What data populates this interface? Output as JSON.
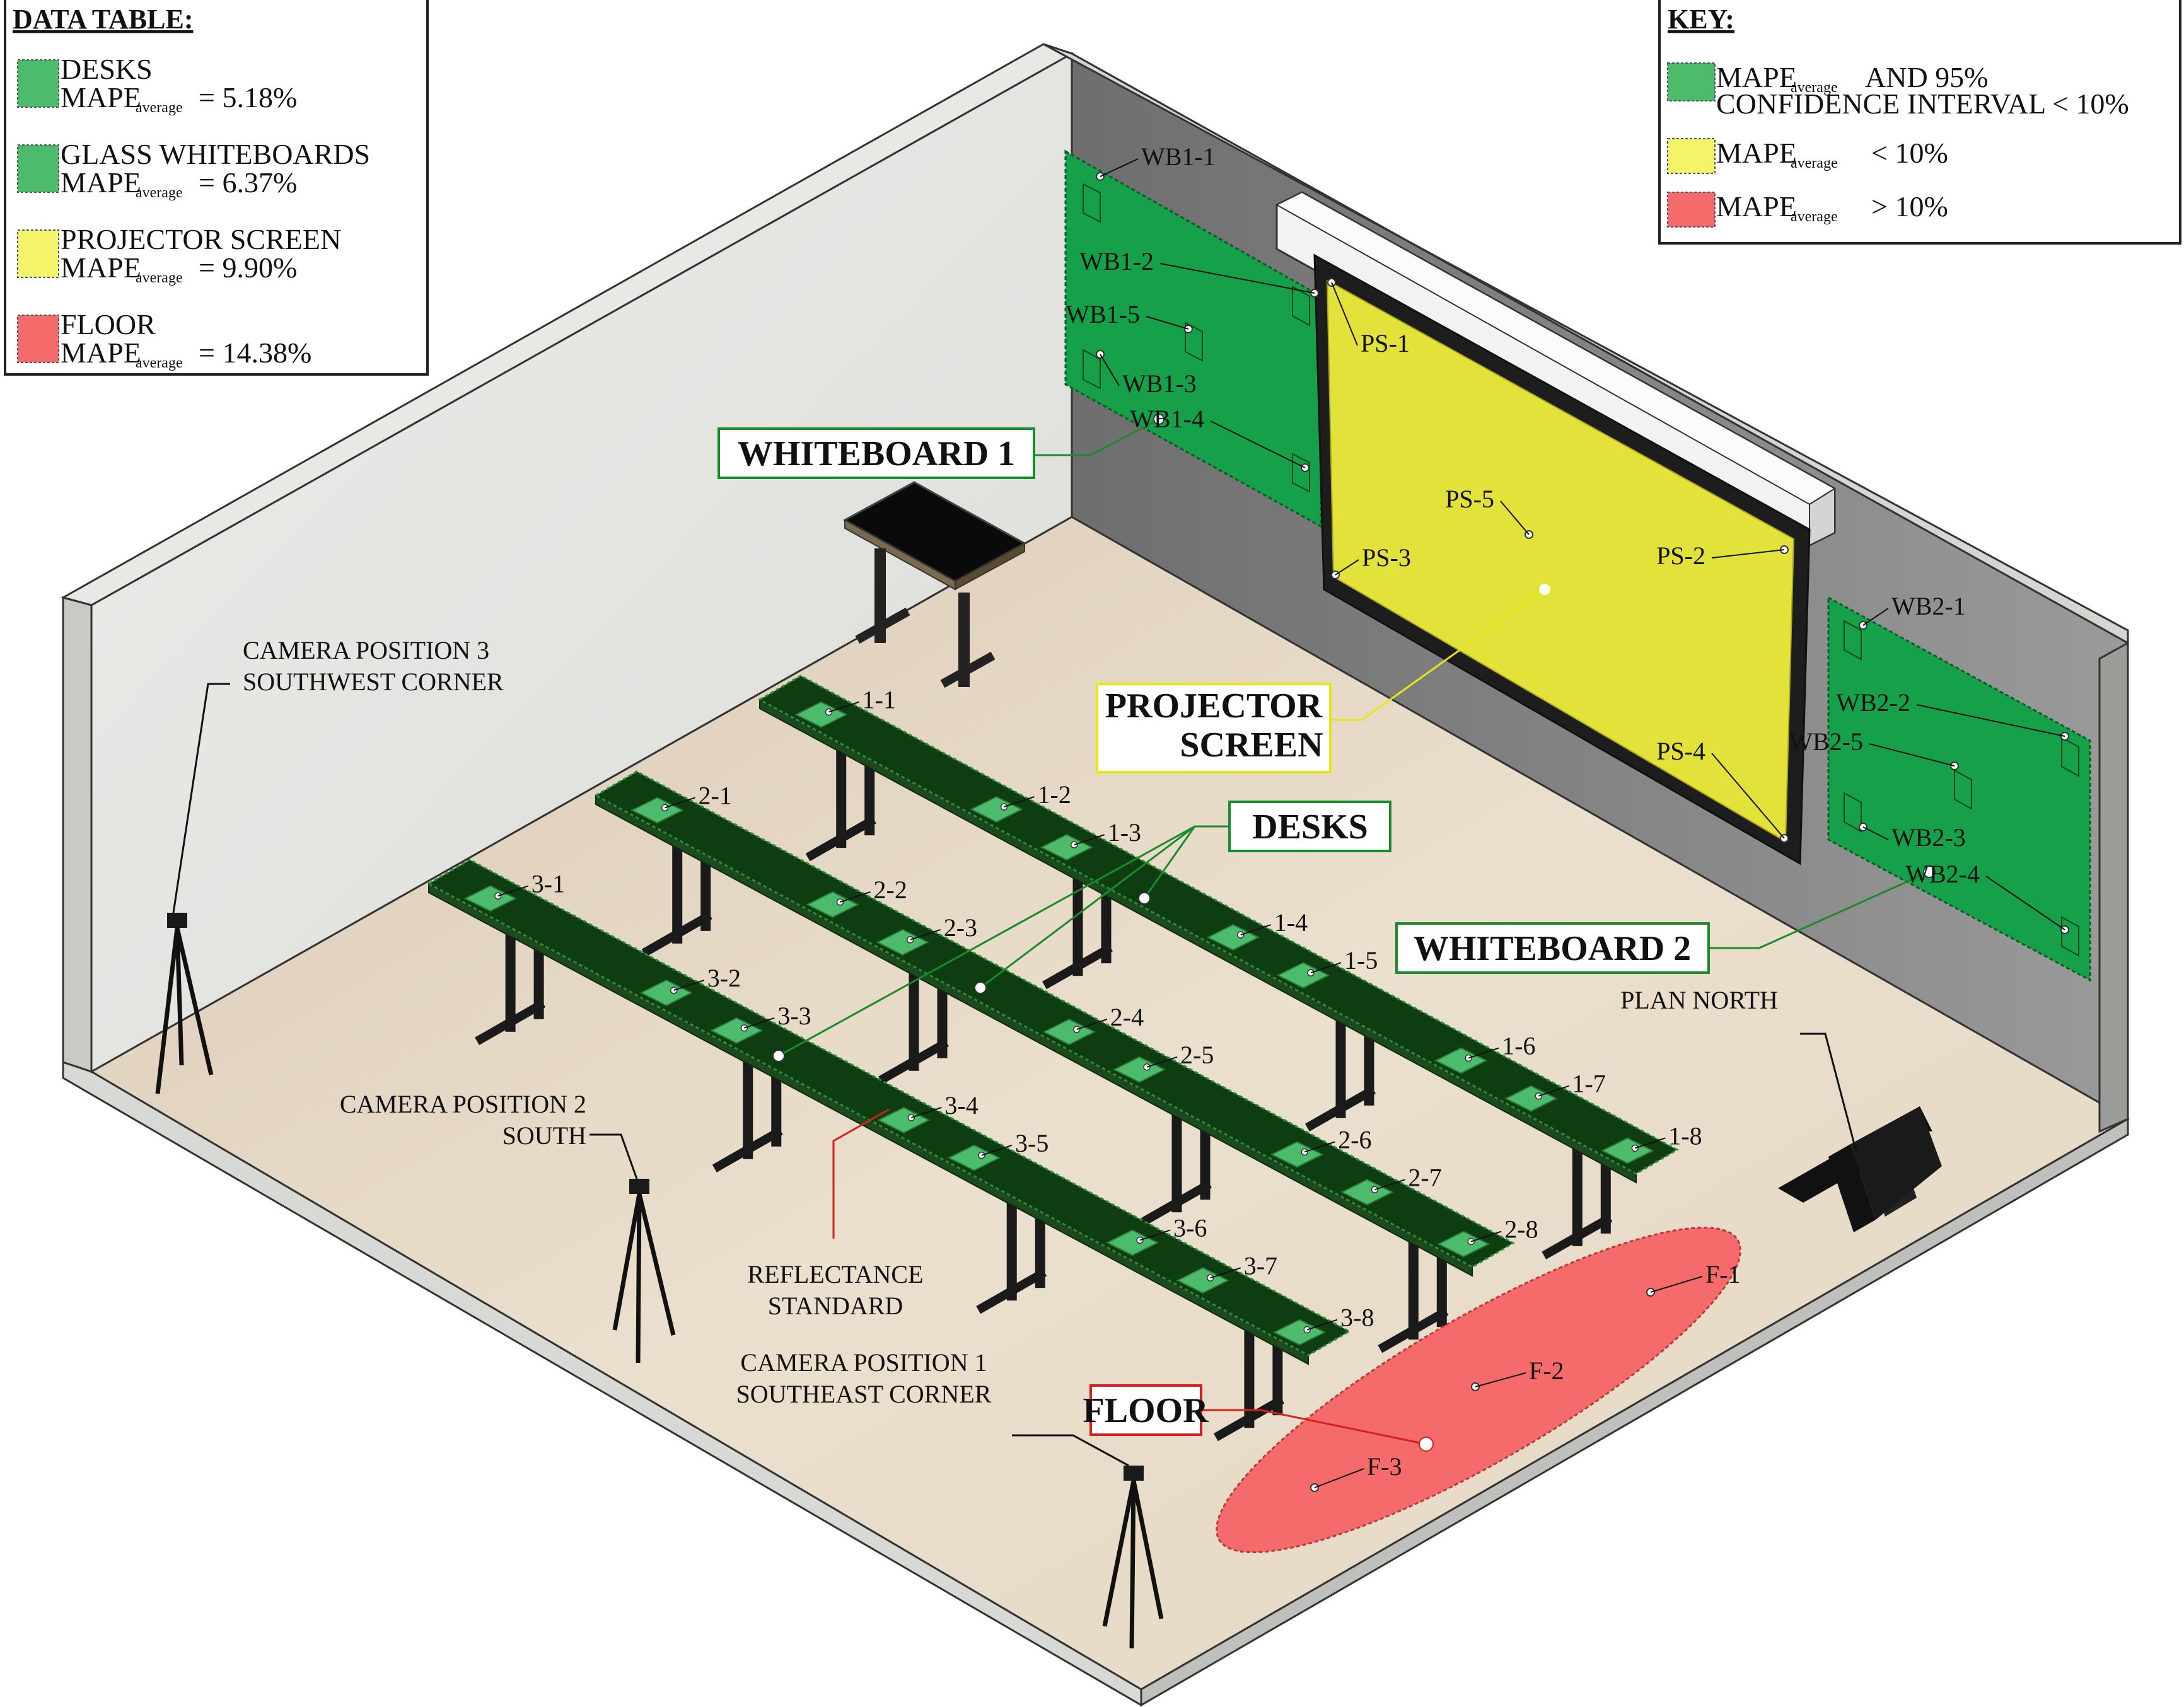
{
  "data_table": {
    "title": "DATA TABLE:",
    "rows": [
      {
        "name": "DESKS",
        "metric": "MAPE",
        "metric_sub": "average",
        "value": "= 5.18%",
        "color": "#4cbb6c"
      },
      {
        "name": "GLASS WHITEBOARDS",
        "metric": "MAPE",
        "metric_sub": "average",
        "value": "= 6.37%",
        "color": "#4cbb6c"
      },
      {
        "name": "PROJECTOR SCREEN",
        "metric": "MAPE",
        "metric_sub": "average",
        "value": "= 9.90%",
        "color": "#f4f46a"
      },
      {
        "name": "FLOOR",
        "metric": "MAPE",
        "metric_sub": "average",
        "value": "= 14.38%",
        "color": "#f56a6a"
      }
    ]
  },
  "key": {
    "title": "KEY:",
    "rows": [
      {
        "metric": "MAPE",
        "metric_sub": "average",
        "text": "AND 95%",
        "text2": "CONFIDENCE INTERVAL < 10%",
        "color": "#4cbb6c"
      },
      {
        "metric": "MAPE",
        "metric_sub": "average",
        "text": "< 10%",
        "text2": "",
        "color": "#f4f46a"
      },
      {
        "metric": "MAPE",
        "metric_sub": "average",
        "text": "> 10%",
        "text2": "",
        "color": "#f56a6a"
      }
    ]
  },
  "callouts": {
    "whiteboard1": "WHITEBOARD 1",
    "whiteboard2": "WHITEBOARD 2",
    "projector1": "PROJECTOR",
    "projector2": "SCREEN",
    "desks": "DESKS",
    "floor": "FLOOR"
  },
  "cameras": {
    "cam3_line1": "CAMERA POSITION 3",
    "cam3_line2": "SOUTHWEST CORNER",
    "cam2_line1": "CAMERA POSITION 2",
    "cam2_line2": "SOUTH",
    "cam1_line1": "CAMERA POSITION 1",
    "cam1_line2": "SOUTHEAST CORNER"
  },
  "reflectance": {
    "line1": "REFLECTANCE",
    "line2": "STANDARD"
  },
  "plan_north": "PLAN NORTH",
  "points": {
    "wb1": [
      "WB1-1",
      "WB1-2",
      "WB1-3",
      "WB1-4",
      "WB1-5"
    ],
    "wb2": [
      "WB2-1",
      "WB2-2",
      "WB2-3",
      "WB2-4",
      "WB2-5"
    ],
    "ps": [
      "PS-1",
      "PS-2",
      "PS-3",
      "PS-4",
      "PS-5"
    ],
    "desk1": [
      "1-1",
      "1-2",
      "1-3",
      "1-4",
      "1-5",
      "1-6",
      "1-7",
      "1-8"
    ],
    "desk2": [
      "2-1",
      "2-2",
      "2-3",
      "2-4",
      "2-5",
      "2-6",
      "2-7",
      "2-8"
    ],
    "desk3": [
      "3-1",
      "3-2",
      "3-3",
      "3-4",
      "3-5",
      "3-6",
      "3-7",
      "3-8"
    ],
    "floor": [
      "F-1",
      "F-2",
      "F-3"
    ]
  },
  "colors": {
    "desk_green": "#0f3d12",
    "panel_green": "#4cbb6c",
    "whiteboard_green": "#17a04a",
    "screen_yellow": "#e2e23a",
    "floor_red": "#f56a6a",
    "floor_beige": "#e8dac6",
    "callout_green": "#1a8a2a",
    "callout_yellow": "#e6e61a",
    "callout_red": "#d42020"
  }
}
